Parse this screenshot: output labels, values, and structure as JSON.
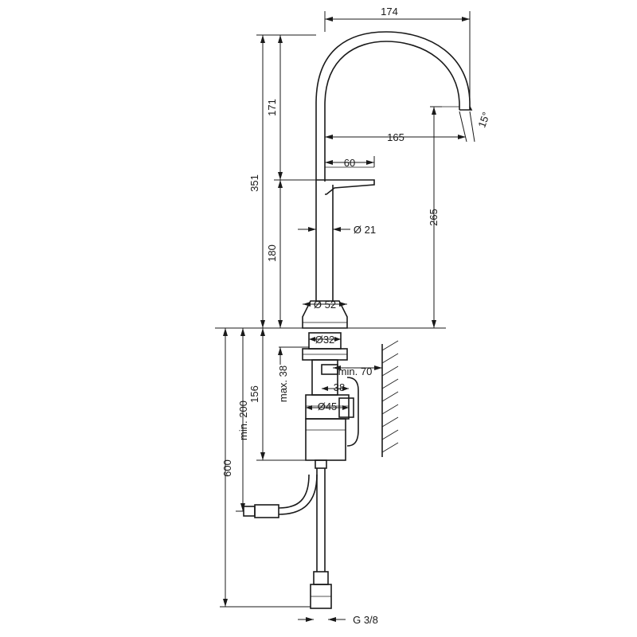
{
  "dimensions": {
    "spout_reach": "174",
    "overall_height": "351",
    "upper_height": "171",
    "lower_height": "180",
    "spout_projection": "165",
    "spout_angle": "15°",
    "lever_length": "60",
    "body_diameter": "Ø 21",
    "outlet_height": "265",
    "base_diameter": "Ø 52",
    "hole_diameter": "Ø32",
    "max_thickness": "max. 38",
    "under_counter_depth": "156",
    "min_wall_distance": "min. 70",
    "nut_width": "38",
    "nut_diameter": "Ø45",
    "min_hose_length": "min. 200",
    "total_hose_length": "600",
    "connection_thread": "G 3/8"
  }
}
